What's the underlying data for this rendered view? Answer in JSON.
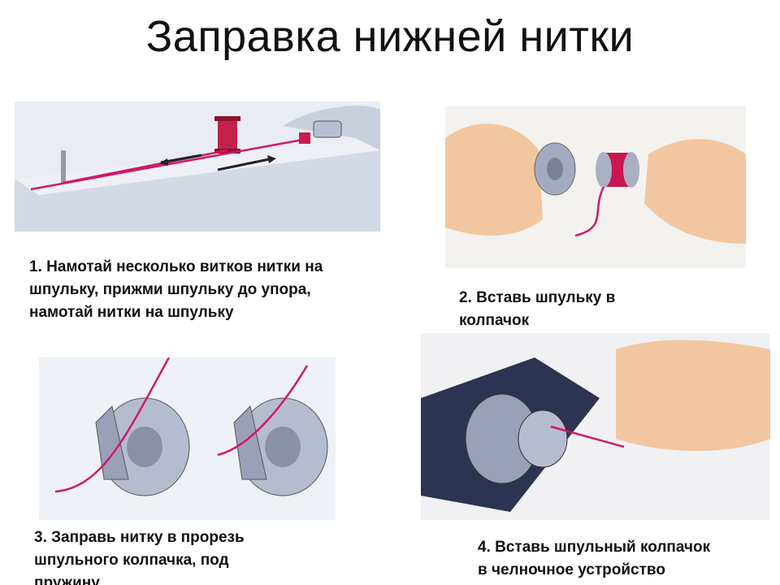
{
  "title": "Заправка нижней нитки",
  "steps": [
    {
      "caption_lines": [
        "1. Намотай несколько витков нитки на",
        "шпульку, прижми шпульку до упора,",
        "намотай нитки на шпульку"
      ]
    },
    {
      "caption_lines": [
        "2. Вставь шпульку в",
        "колпачок"
      ]
    },
    {
      "caption_lines": [
        "3. Заправь нитку в прорезь",
        "шпульного колпачка, под",
        "пружину"
      ]
    },
    {
      "caption_lines": [
        "4. Вставь шпульный колпачок",
        "в челночное устройство"
      ]
    }
  ],
  "colors": {
    "thread": "#d0186a",
    "metal": "#9aa0b8",
    "skin": "#f2c6a0"
  }
}
